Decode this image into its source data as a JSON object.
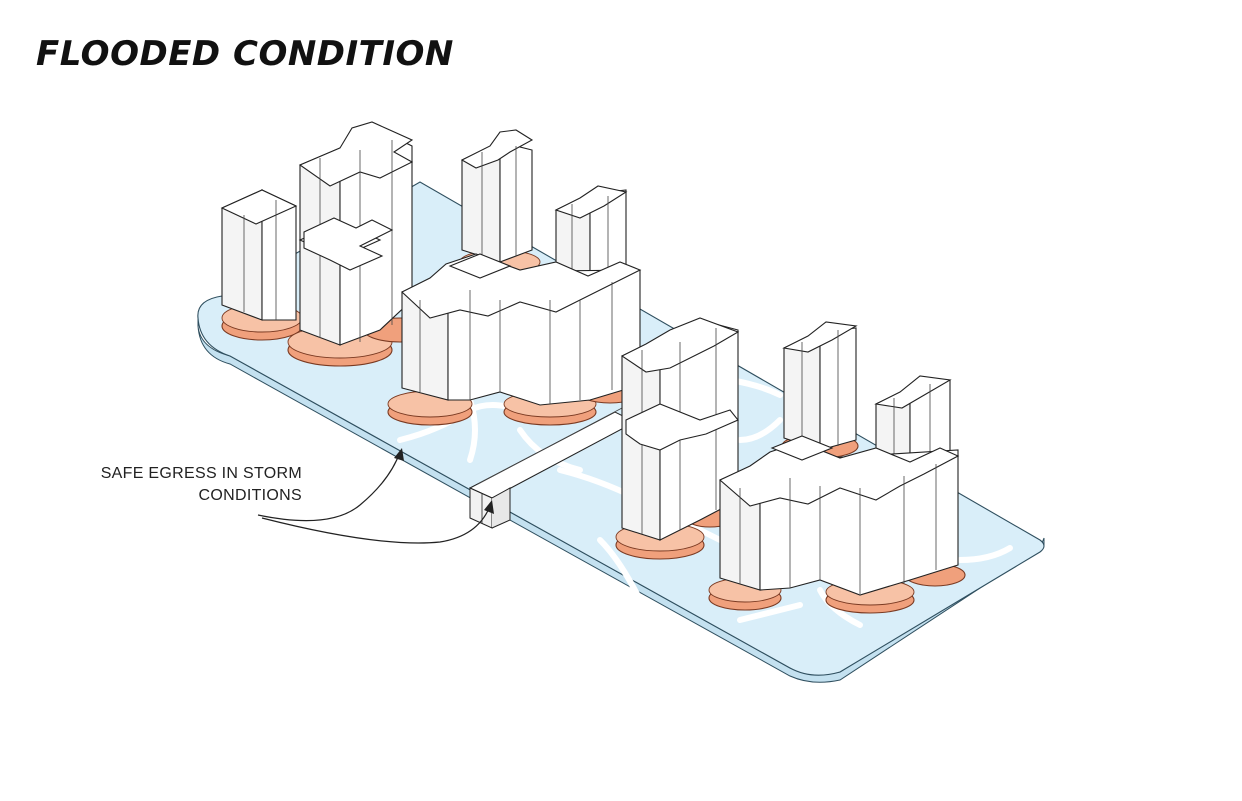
{
  "title": "FLOODED CONDITION",
  "annotation": {
    "line1": "SAFE EGRESS IN STORM",
    "line2": "CONDITIONS"
  },
  "colors": {
    "flood_water": "#d9eef9",
    "flood_water_edge": "#2f4f5f",
    "flood_protection_rings": "#f0a07c",
    "buildings": "#ffffff",
    "linework": "#222222"
  }
}
